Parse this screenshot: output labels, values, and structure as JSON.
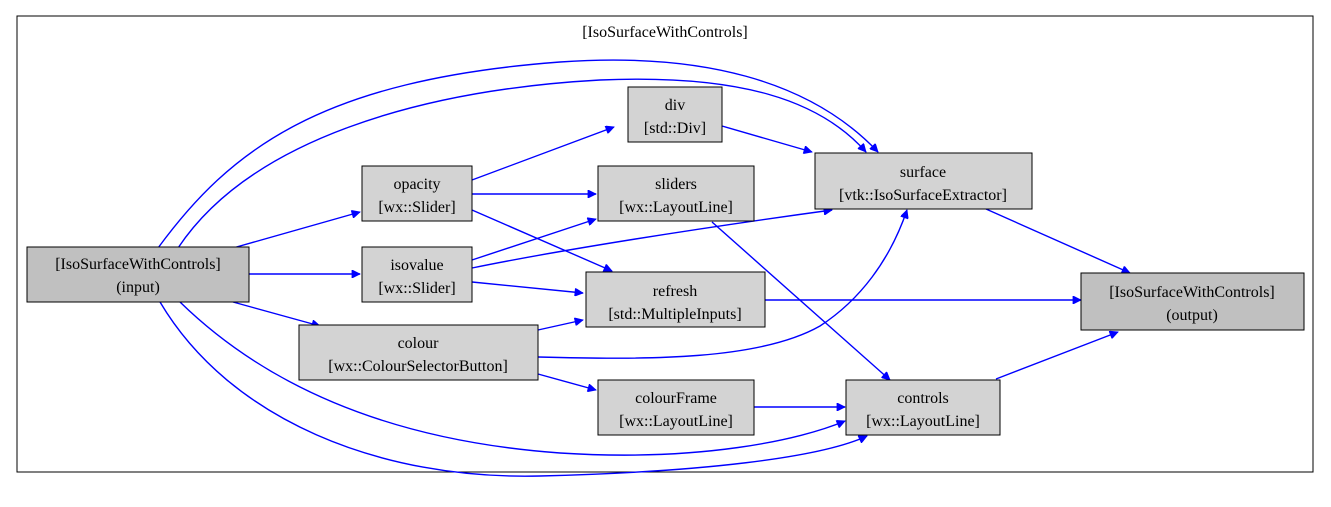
{
  "cluster": {
    "title": "[IsoSurfaceWithControls]"
  },
  "colors": {
    "edge": "#0000ff",
    "node_fill": "#d3d3d3",
    "io_fill": "#c0c0c0",
    "io_stroke": "#ff0000",
    "node_stroke": "#000000"
  },
  "nodes": {
    "input": {
      "line1": "[IsoSurfaceWithControls]",
      "line2": "(input)"
    },
    "output": {
      "line1": "[IsoSurfaceWithControls]",
      "line2": "(output)"
    },
    "opacity": {
      "line1": "opacity",
      "line2": "[wx::Slider]"
    },
    "isovalue": {
      "line1": "isovalue",
      "line2": "[wx::Slider]"
    },
    "colour": {
      "line1": "colour",
      "line2": "[wx::ColourSelectorButton]"
    },
    "div": {
      "line1": "div",
      "line2": "[std::Div]"
    },
    "sliders": {
      "line1": "sliders",
      "line2": "[wx::LayoutLine]"
    },
    "refresh": {
      "line1": "refresh",
      "line2": "[std::MultipleInputs]"
    },
    "colourFrame": {
      "line1": "colourFrame",
      "line2": "[wx::LayoutLine]"
    },
    "surface": {
      "line1": "surface",
      "line2": "[vtk::IsoSurfaceExtractor]"
    },
    "controls": {
      "line1": "controls",
      "line2": "[wx::LayoutLine]"
    }
  },
  "edges": [
    [
      "input",
      "opacity"
    ],
    [
      "input",
      "isovalue"
    ],
    [
      "input",
      "colour"
    ],
    [
      "input",
      "surface"
    ],
    [
      "input",
      "surface"
    ],
    [
      "input",
      "controls"
    ],
    [
      "input",
      "controls"
    ],
    [
      "opacity",
      "div"
    ],
    [
      "opacity",
      "sliders"
    ],
    [
      "opacity",
      "refresh"
    ],
    [
      "isovalue",
      "sliders"
    ],
    [
      "isovalue",
      "surface"
    ],
    [
      "isovalue",
      "refresh"
    ],
    [
      "colour",
      "refresh"
    ],
    [
      "colour",
      "surface"
    ],
    [
      "colour",
      "colourFrame"
    ],
    [
      "div",
      "surface"
    ],
    [
      "sliders",
      "controls"
    ],
    [
      "refresh",
      "output"
    ],
    [
      "colourFrame",
      "controls"
    ],
    [
      "surface",
      "output"
    ],
    [
      "controls",
      "output"
    ]
  ]
}
